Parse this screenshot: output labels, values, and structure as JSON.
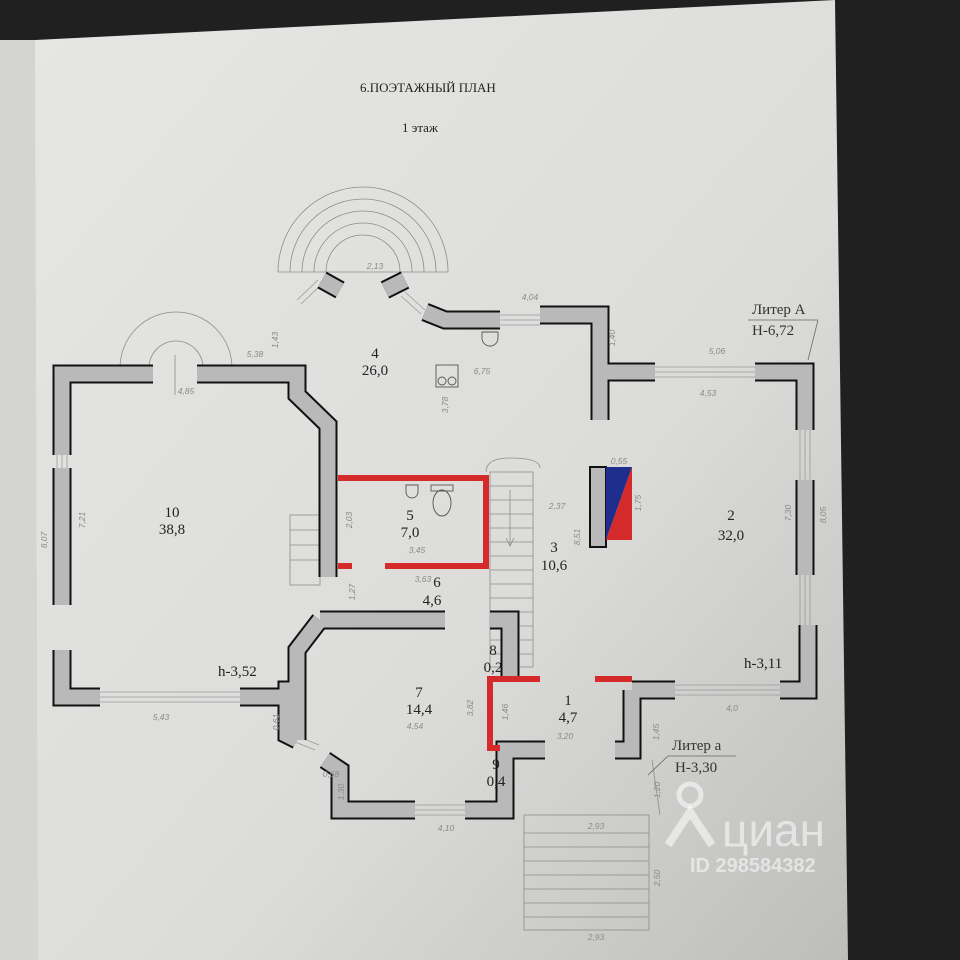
{
  "document": {
    "heading": "6.ПОЭТАЖНЫЙ ПЛАН",
    "floor": "1 этаж"
  },
  "rooms": [
    {
      "number": "1",
      "area": "4,7"
    },
    {
      "number": "2",
      "area": "32,0"
    },
    {
      "number": "3",
      "area": "10,6"
    },
    {
      "number": "4",
      "area": "26,0"
    },
    {
      "number": "5",
      "area": "7,0"
    },
    {
      "number": "6",
      "area": "4,6"
    },
    {
      "number": "7",
      "area": "14,4"
    },
    {
      "number": "8",
      "area": "0,2"
    },
    {
      "number": "9",
      "area": "0,4"
    },
    {
      "number": "10",
      "area": "38,8"
    }
  ],
  "dimensions": [
    "2,13",
    "4,04",
    "5,38",
    "1,43",
    "4,85",
    "6,75",
    "3,78",
    "1,40",
    "5,06",
    "4,53",
    "8,07",
    "7,21",
    "2,03",
    "3,45",
    "3,63",
    "1,27",
    "2,37",
    "8,51",
    "0,55",
    "1,75",
    "7,30",
    "8,05",
    "5,43",
    "0,61",
    "4,54",
    "3,82",
    "1,46",
    "3,20",
    "4,0",
    "1,45",
    "0,68",
    "1,30",
    "4,10",
    "2,93",
    "1,20",
    "2,50",
    "2,93"
  ],
  "labels": {
    "liter_A": "Литер А",
    "liter_A_height": "Н-6,72",
    "liter_a": "Литер а",
    "liter_a_height": "Н-3,30",
    "h_left": "h-3,52",
    "h_right": "h-3,11"
  },
  "watermark": {
    "brand": "циан",
    "id": "ID 298584382"
  },
  "colors": {
    "wall": "#b9b9b9",
    "highlight_wall": "#d42a2a",
    "chimney_blue": "#1f2d8c",
    "chimney_red": "#d42a2a",
    "paper": "#e4e4e2"
  }
}
